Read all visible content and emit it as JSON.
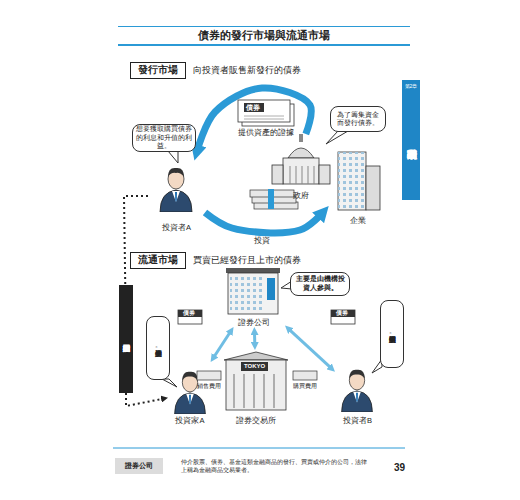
{
  "diagram": {
    "title": "債券的發行市場與流通市場",
    "nodes": [
      {
        "text": [
          "發行市場"
        ]
      },
      {
        "text": [
          "第2章",
          "金融市場的基礎"
        ]
      },
      {
        "text": [
          "想要獲取購買債券的利息和升值的利益。"
        ]
      },
      {
        "text": [
          "為了籌集資金而發行債券。"
        ]
      },
      {
        "text": [
          "投資者A"
        ]
      },
      {
        "text": [
          "政府"
        ]
      },
      {
        "text": [
          "企業"
        ]
      },
      {
        "text": [
          "流通市場"
        ]
      },
      {
        "text": [
          "在到期前想要賣掉債券的話"
        ]
      },
      {
        "text": [
          "主要是由機構投資人參與。"
        ]
      },
      {
        "text": [
          "證券公司"
        ]
      },
      {
        "text": [
          "想要賣掉手上的債券。"
        ]
      },
      {
        "text": [
          "想要購買販售中的債券。"
        ]
      },
      {
        "text": [
          "TOKYO",
          "證券交易所"
        ]
      },
      {
        "text": [
          "投資家A"
        ]
      },
      {
        "text": [
          "投資者B"
        ]
      },
      {
        "text": [
          "證券公司",
          "仲介股票、債券、基金這類金融商品的發行、買賣或仲介的公司，法律上稱為金融商品交易業者。"
        ]
      }
    ],
    "edges": [
      {
        "from": 5,
        "to": 4,
        "label": "提供資產的證據",
        "arrow": "to"
      },
      {
        "from": 4,
        "to": 6,
        "label": "投資",
        "arrow": "to"
      },
      {
        "from": 4,
        "to": 8,
        "arrow": "none"
      },
      {
        "from": 8,
        "to": 14,
        "arrow": "to"
      },
      {
        "from": 14,
        "to": 10,
        "arrow": "both"
      },
      {
        "from": 10,
        "to": 13,
        "arrow": "both"
      },
      {
        "from": 10,
        "to": 15,
        "arrow": "both"
      }
    ],
    "labels": [
      "向投資者販售新發行的債券",
      "債券",
      "買賣已經發行且上市的債券",
      "債券",
      "債券",
      "銷售費用",
      "購買費用",
      "39"
    ]
  }
}
